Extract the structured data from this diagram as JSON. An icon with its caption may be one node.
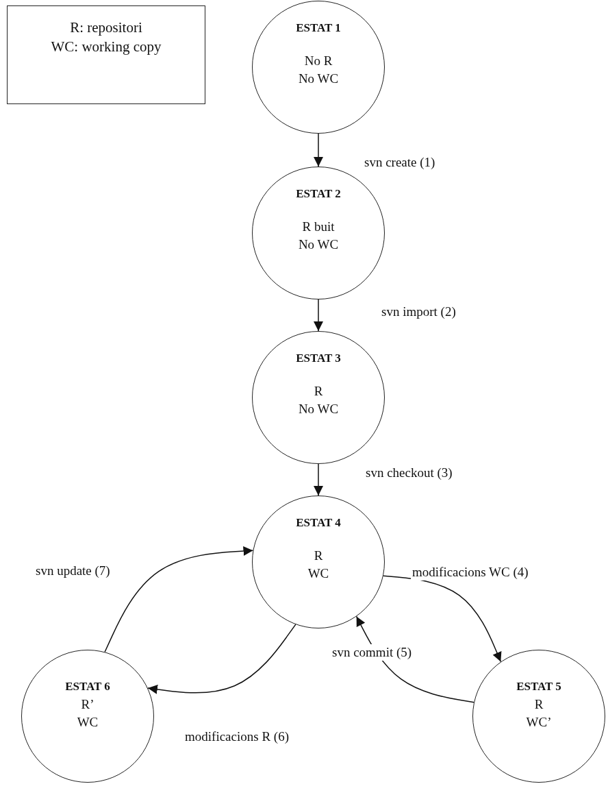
{
  "diagram": {
    "nodes": [
      {
        "text": [
          "R: repositori",
          "WC: working copy"
        ]
      },
      {
        "text": [
          "ESTAT 1",
          "No R",
          "No WC"
        ]
      },
      {
        "text": [
          "ESTAT 2",
          "R buit",
          "No WC"
        ]
      },
      {
        "text": [
          "ESTAT 3",
          "R",
          "No WC"
        ]
      },
      {
        "text": [
          "ESTAT 4",
          "R",
          "WC"
        ]
      },
      {
        "text": [
          "ESTAT 5",
          "R",
          "WC’"
        ]
      },
      {
        "text": [
          "ESTAT 6",
          "R’",
          "WC"
        ]
      }
    ],
    "edges": [
      {
        "from": 1,
        "to": 2,
        "arrow": "to",
        "label": "svn create (1)"
      },
      {
        "from": 2,
        "to": 3,
        "arrow": "to",
        "label": "svn import (2)"
      },
      {
        "from": 3,
        "to": 4,
        "arrow": "to",
        "label": "svn checkout (3)"
      },
      {
        "from": 4,
        "to": 5,
        "arrow": "to",
        "label": "modificacions WC (4)"
      },
      {
        "from": 5,
        "to": 4,
        "arrow": "to",
        "label": "svn commit (5)"
      },
      {
        "from": 4,
        "to": 6,
        "arrow": "to",
        "label": "modificacions R (6)"
      },
      {
        "from": 6,
        "to": 4,
        "arrow": "to",
        "label": "svn update (7)"
      }
    ]
  }
}
